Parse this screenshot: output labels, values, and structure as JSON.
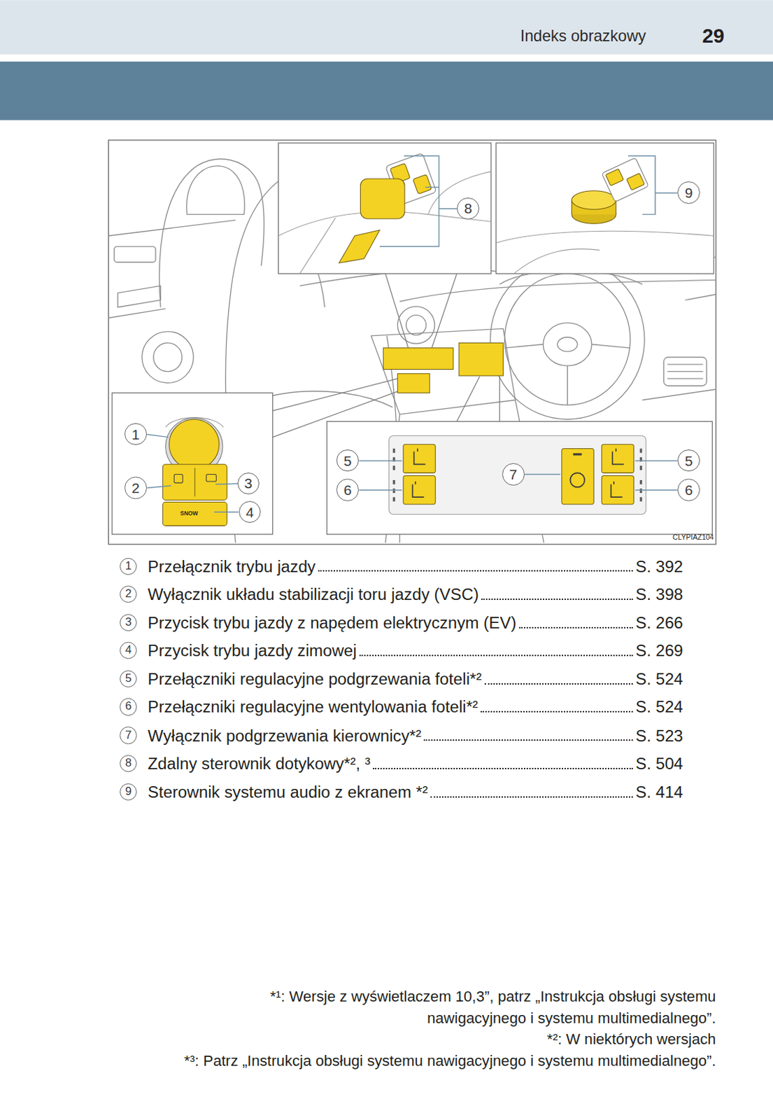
{
  "diagram": {
    "title": "Indeks obrazkowy",
    "nodes": [
      {
        "text": [
          "8"
        ]
      },
      {
        "text": [
          "9"
        ]
      },
      {
        "text": [
          "1"
        ]
      },
      {
        "text": [
          "2"
        ]
      },
      {
        "text": [
          "3"
        ]
      },
      {
        "text": [
          "4"
        ]
      },
      {
        "text": [
          "5"
        ]
      },
      {
        "text": [
          "6"
        ]
      },
      {
        "text": [
          "7"
        ]
      },
      {
        "text": [
          "5"
        ]
      },
      {
        "text": [
          "6"
        ]
      },
      {
        "text": [
          "1"
        ]
      },
      {
        "text": [
          "2"
        ]
      },
      {
        "text": [
          "3"
        ]
      },
      {
        "text": [
          "4"
        ]
      },
      {
        "text": [
          "5"
        ]
      },
      {
        "text": [
          "6"
        ]
      },
      {
        "text": [
          "7"
        ]
      },
      {
        "text": [
          "8"
        ]
      },
      {
        "text": [
          "9"
        ]
      }
    ],
    "labels": [
      "29",
      "SNOW",
      "CLYPIAZ104",
      "Przełącznik trybu jazdy",
      "S. 392",
      "Wyłącznik układu stabilizacji toru jazdy (VSC)",
      "S. 398",
      "Przycisk trybu jazdy z napędem elektrycznym (EV)",
      "S. 266",
      "Przycisk trybu jazdy zimowej",
      "S. 269",
      "Przełączniki regulacyjne podgrzewania foteli*²",
      "S. 524",
      "Przełączniki regulacyjne wentylowania foteli*²",
      "S. 524",
      "Wyłącznik podgrzewania kierownicy*²",
      "S. 523",
      "Zdalny sterownik dotykowy*², ³",
      "S. 504",
      "Sterownik systemu audio z ekranem *²",
      "S. 414",
      "*¹: Wersje z wyświetlaczem 10,3”, patrz „Instrukcja obsługi systemu nawigacyjnego i systemu multimedialnego”.",
      "*²: W niektórych wersjach",
      "*³: Patrz „Instrukcja obsługi systemu nawigacyjnego i systemu multimedialnego”."
    ]
  }
}
